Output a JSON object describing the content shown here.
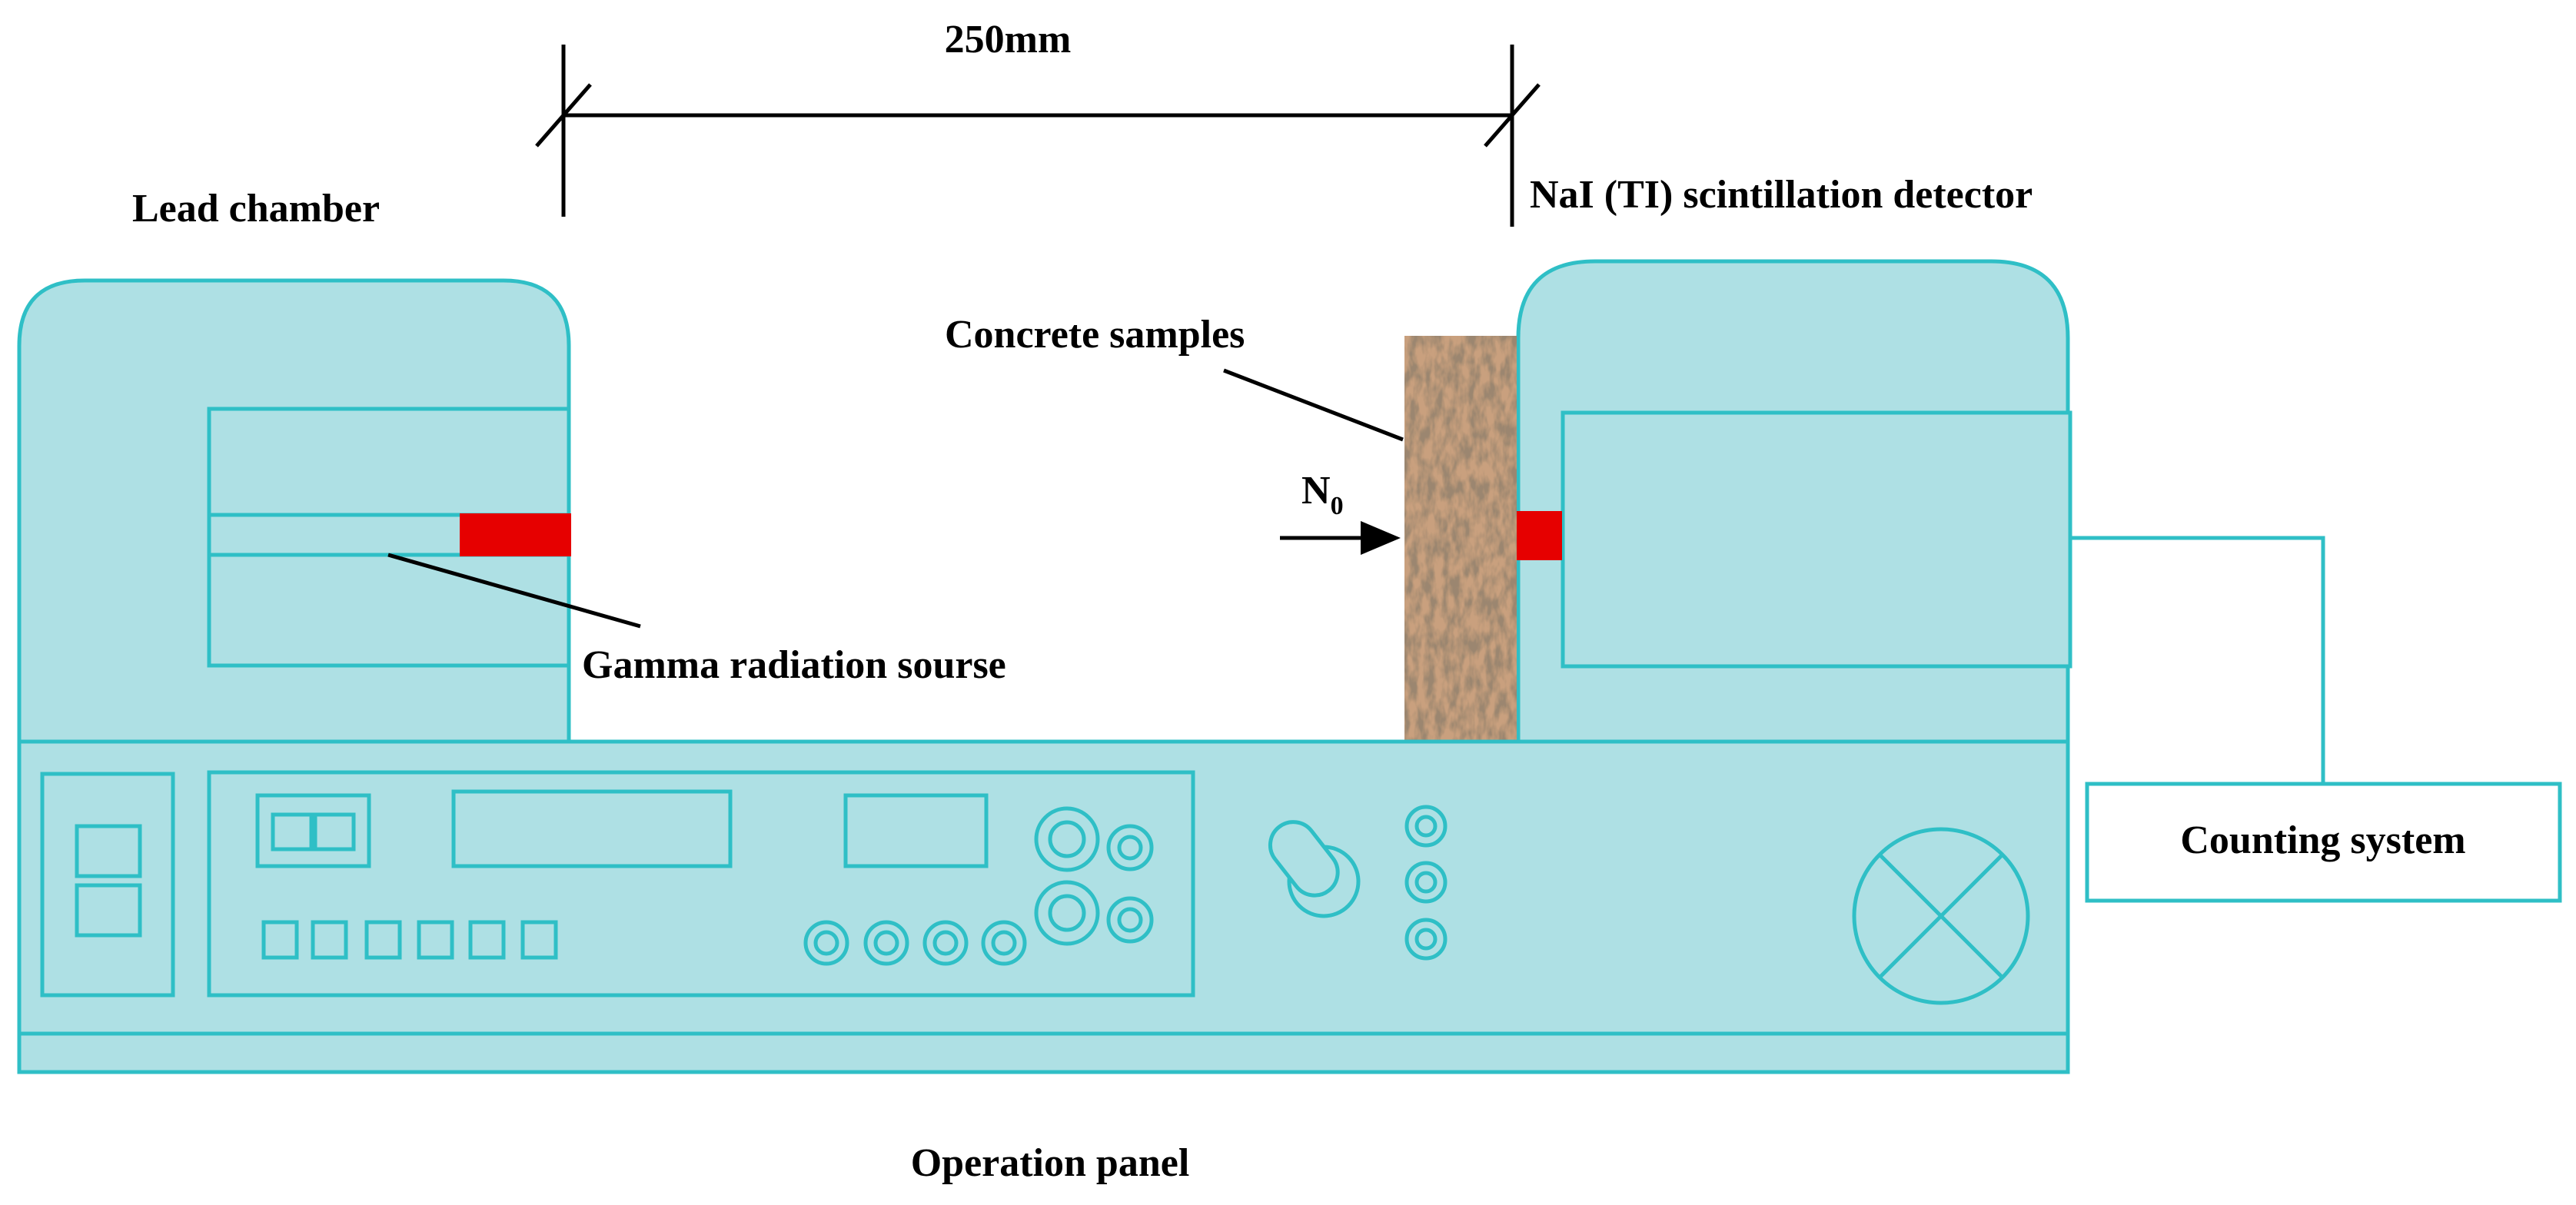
{
  "labels": {
    "distance": "250mm",
    "lead_chamber": "Lead chamber",
    "detector": "NaI (TI) scintillation detector",
    "concrete_samples": "Concrete samples",
    "n0_main": "N",
    "n0_sub": "0",
    "gamma_source": "Gamma radiation sourse",
    "counting_system": "Counting system",
    "operation_panel": "Operation panel"
  },
  "colors": {
    "equipment_fill": "#aee0e4",
    "equipment_stroke": "#2fbfc6",
    "source_and_window": "#e60000",
    "concrete": "#c9a07e",
    "ink": "#000000"
  },
  "icons": {
    "control_knob": "knob",
    "indicator_lamp": "circle-x"
  }
}
